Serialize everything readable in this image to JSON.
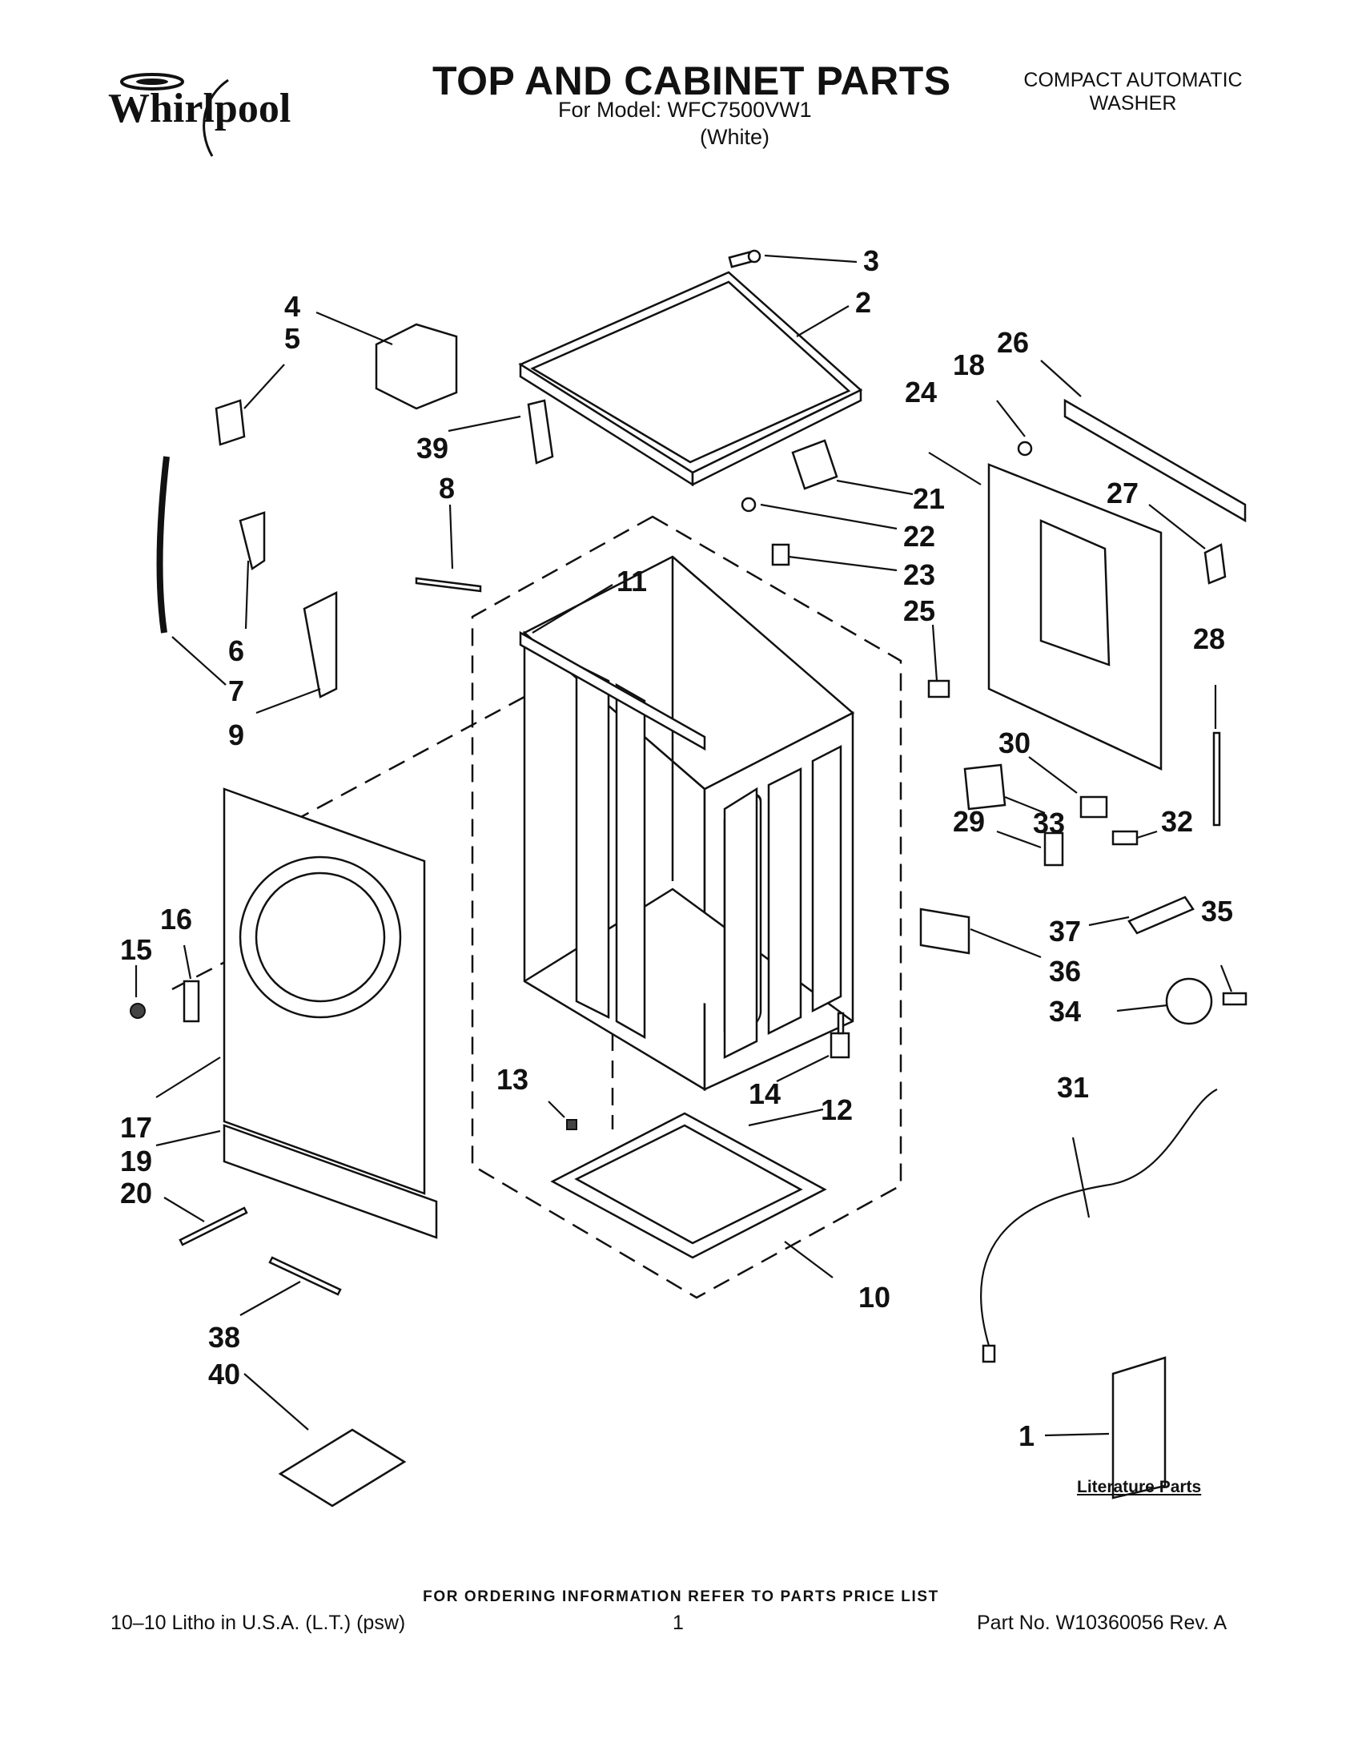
{
  "header": {
    "brand": "Whirlpool",
    "title": "TOP AND CABINET PARTS",
    "model_line": "For Model: WFC7500VW1",
    "color_line": "(White)",
    "product_line1": "COMPACT AUTOMATIC",
    "product_line2": "WASHER"
  },
  "callouts": [
    "1",
    "2",
    "3",
    "4",
    "5",
    "6",
    "7",
    "8",
    "9",
    "10",
    "11",
    "12",
    "13",
    "14",
    "15",
    "16",
    "17",
    "19",
    "18",
    "20",
    "21",
    "22",
    "23",
    "24",
    "25",
    "26",
    "27",
    "28",
    "29",
    "30",
    "31",
    "32",
    "33",
    "34",
    "35",
    "36",
    "37",
    "38",
    "39",
    "40"
  ],
  "literature_label": "Literature Parts",
  "footer": {
    "ordering_note": "FOR ORDERING INFORMATION REFER TO PARTS PRICE LIST",
    "litho": "10–10 Litho in U.S.A. (L.T.) (psw)",
    "page": "1",
    "part_no": "Part No. W10360056 Rev. A"
  }
}
